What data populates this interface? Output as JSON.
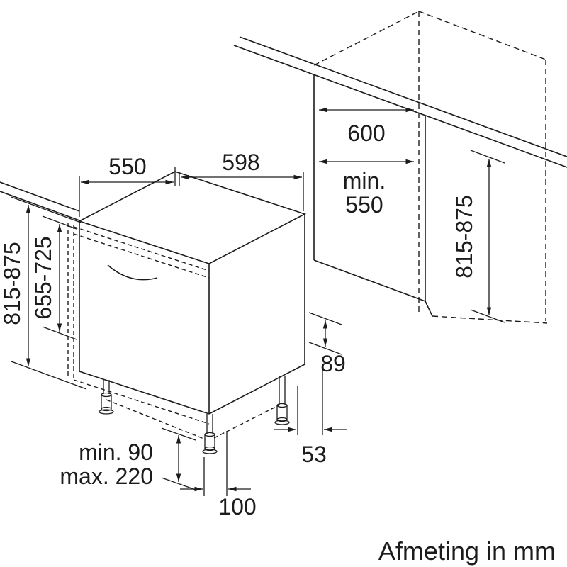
{
  "caption": "Afmeting in mm",
  "dimensions": {
    "appliance_depth": "550",
    "appliance_width": "598",
    "niche_width": "600",
    "niche_depth_line1": "min.",
    "niche_depth_line2": "550",
    "appliance_height": "815-875",
    "door_height": "655-725",
    "niche_height": "815-875",
    "rear_recess_height": "89",
    "rear_recess_depth": "53",
    "door_clearance": "100",
    "plinth_height_min": "min. 90",
    "plinth_height_max": "max. 220"
  },
  "colors": {
    "line": "#1c1c1c",
    "background": "#ffffff"
  }
}
